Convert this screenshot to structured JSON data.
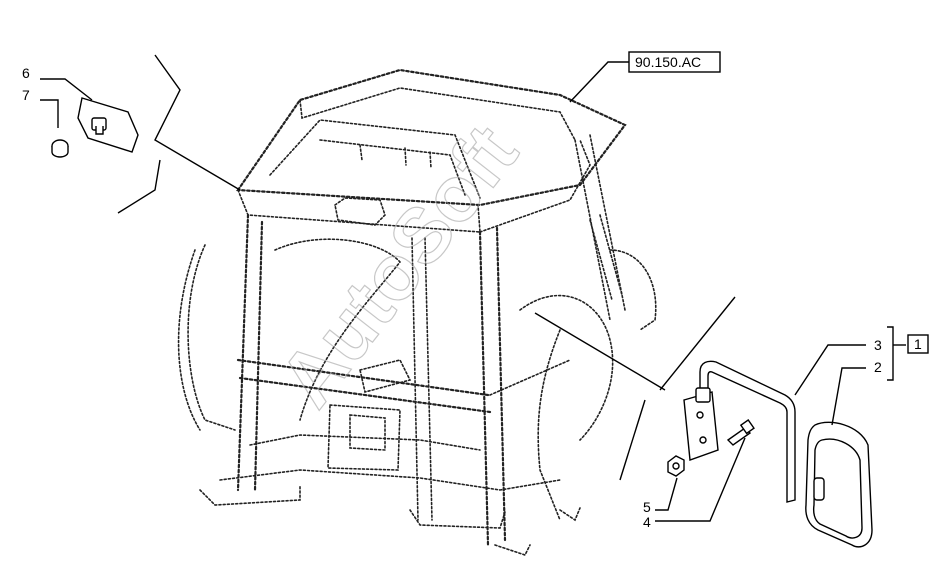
{
  "diagram": {
    "reference_box": "90.150.AC",
    "group_box": "1",
    "watermark": "AutoSoft",
    "callouts": [
      {
        "id": "6",
        "text": "6"
      },
      {
        "id": "7",
        "text": "7"
      },
      {
        "id": "3",
        "text": "3"
      },
      {
        "id": "2",
        "text": "2"
      },
      {
        "id": "5",
        "text": "5"
      },
      {
        "id": "4",
        "text": "4"
      }
    ]
  }
}
